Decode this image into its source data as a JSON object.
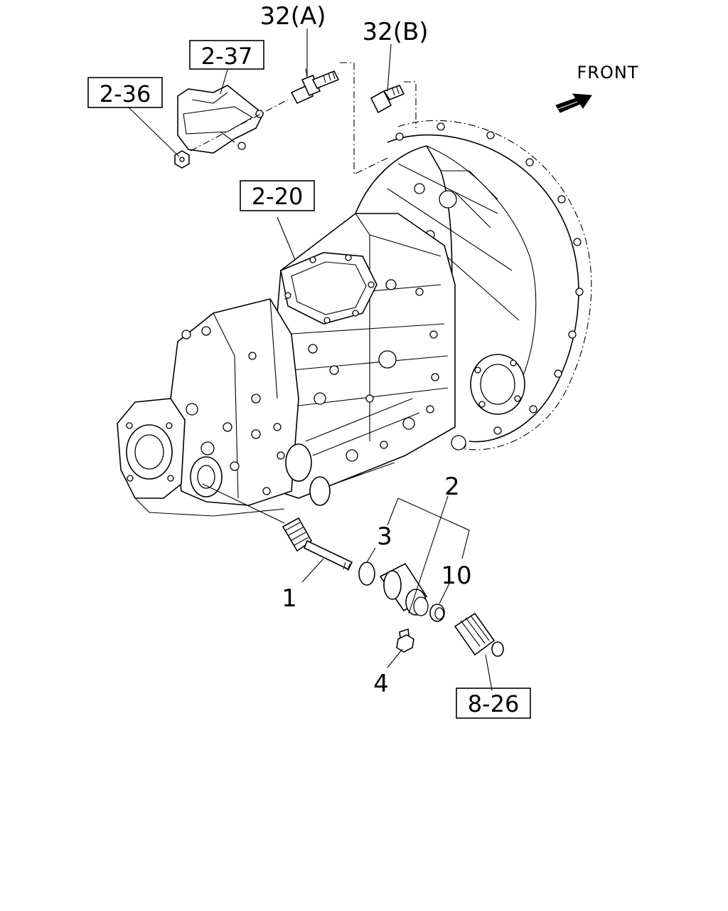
{
  "callouts": {
    "ref_2_36": "2-36",
    "ref_2_37": "2-37",
    "ref_2_20": "2-20",
    "ref_8_26": "8-26",
    "part_32a": "32(A)",
    "part_32b": "32(B)",
    "part_1": "1",
    "part_2": "2",
    "part_3": "3",
    "part_4": "4",
    "part_10": "10"
  },
  "orientation": {
    "label": "FRONT",
    "arrow_icon": "front-arrow-icon"
  }
}
